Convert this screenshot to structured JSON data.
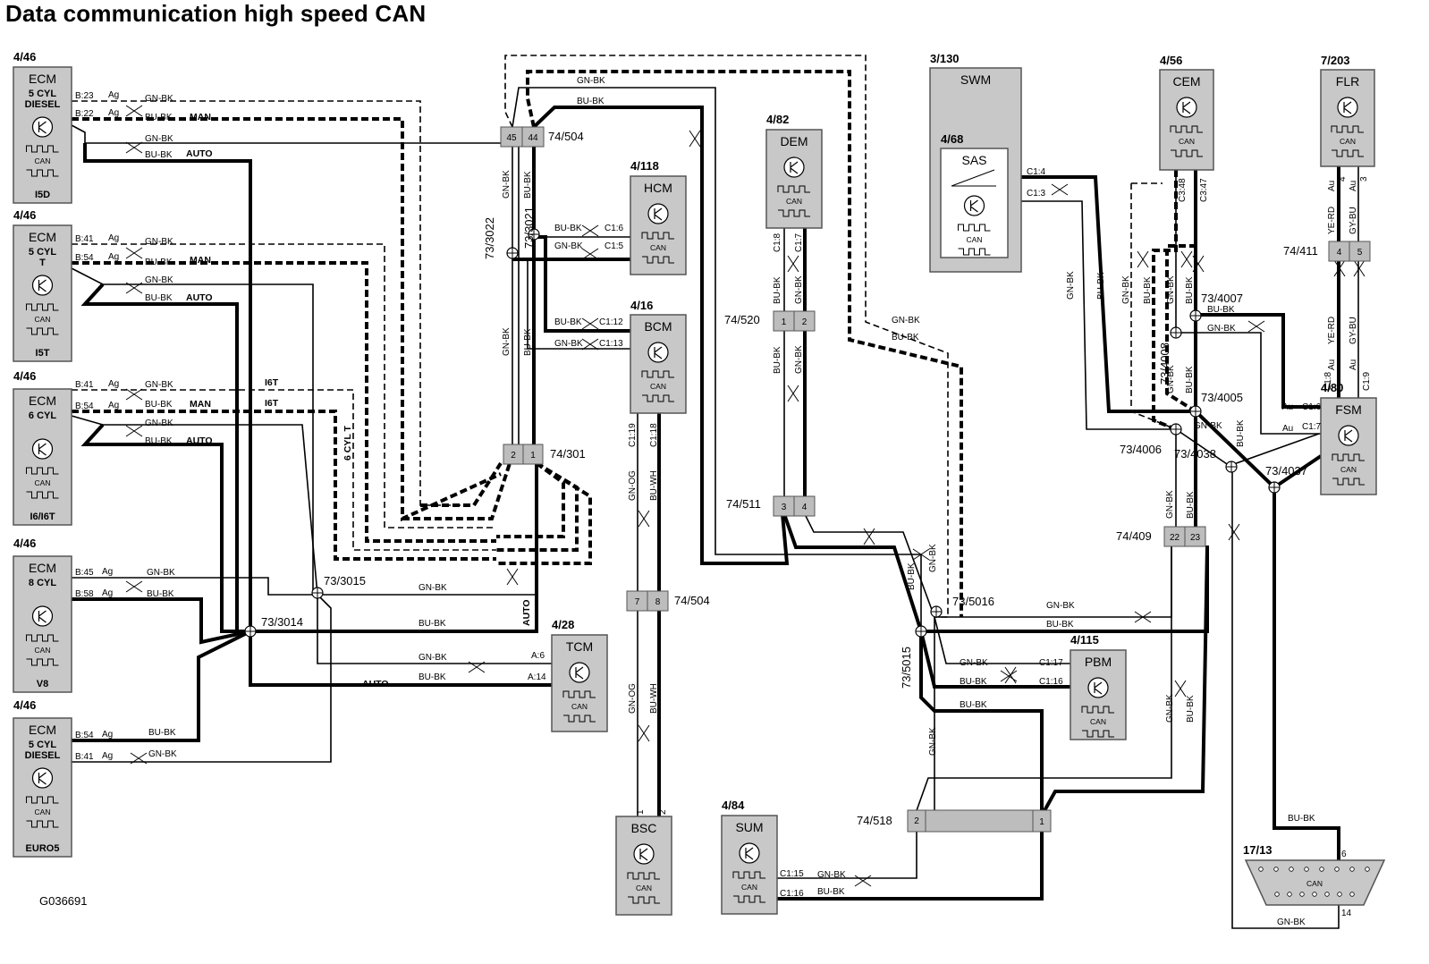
{
  "title": "Data communication high speed CAN",
  "figure_id": "G036691",
  "can_label": "CAN",
  "modules": [
    {
      "key": "ecm1",
      "ref": "4/46",
      "name": "ECM",
      "variant": [
        "5 CYL",
        "DIESEL"
      ],
      "footer": "I5D"
    },
    {
      "key": "ecm2",
      "ref": "4/46",
      "name": "ECM",
      "variant": [
        "5 CYL",
        "T"
      ],
      "footer": "I5T"
    },
    {
      "key": "ecm3",
      "ref": "4/46",
      "name": "ECM",
      "variant": [
        "6 CYL"
      ],
      "footer": "I6/I6T"
    },
    {
      "key": "ecm4",
      "ref": "4/46",
      "name": "ECM",
      "variant": [
        "8 CYL"
      ],
      "footer": "V8"
    },
    {
      "key": "ecm5",
      "ref": "4/46",
      "name": "ECM",
      "variant": [
        "5 CYL",
        "DIESEL"
      ],
      "footer": "EURO5"
    },
    {
      "key": "hcm",
      "ref": "4/118",
      "name": "HCM",
      "variant": [],
      "footer": ""
    },
    {
      "key": "bcm",
      "ref": "4/16",
      "name": "BCM",
      "variant": [],
      "footer": ""
    },
    {
      "key": "dem",
      "ref": "4/82",
      "name": "DEM",
      "variant": [],
      "footer": ""
    },
    {
      "key": "tcm",
      "ref": "4/28",
      "name": "TCM",
      "variant": [],
      "footer": ""
    },
    {
      "key": "bsc",
      "ref": "",
      "name": "BSC",
      "variant": [],
      "footer": ""
    },
    {
      "key": "sum",
      "ref": "4/84",
      "name": "SUM",
      "variant": [],
      "footer": ""
    },
    {
      "key": "swm",
      "ref": "3/130",
      "name": "SWM",
      "variant": [],
      "footer": ""
    },
    {
      "key": "sas",
      "ref": "4/68",
      "name": "SAS",
      "variant": [],
      "footer": ""
    },
    {
      "key": "cem",
      "ref": "4/56",
      "name": "CEM",
      "variant": [],
      "footer": ""
    },
    {
      "key": "flr",
      "ref": "7/203",
      "name": "FLR",
      "variant": [],
      "footer": ""
    },
    {
      "key": "fsm",
      "ref": "4/80",
      "name": "FSM",
      "variant": [],
      "footer": ""
    },
    {
      "key": "pbm",
      "ref": "4/115",
      "name": "PBM",
      "variant": [],
      "footer": ""
    },
    {
      "key": "dlc",
      "ref": "17/13",
      "name": "CAN",
      "variant": [],
      "footer": ""
    }
  ],
  "connectors": [
    {
      "key": "c74_504a",
      "label": "74/504",
      "pins": [
        "45",
        "44"
      ]
    },
    {
      "key": "c74_301",
      "label": "74/301",
      "pins": [
        "2",
        "1"
      ]
    },
    {
      "key": "c74_504b",
      "label": "74/504",
      "pins": [
        "7",
        "8"
      ]
    },
    {
      "key": "c74_520",
      "label": "74/520",
      "pins": [
        "1",
        "2"
      ]
    },
    {
      "key": "c74_511",
      "label": "74/511",
      "pins": [
        "3",
        "4"
      ]
    },
    {
      "key": "c74_411",
      "label": "74/411",
      "pins": [
        "4",
        "5"
      ]
    },
    {
      "key": "c74_409",
      "label": "74/409",
      "pins": [
        "22",
        "23"
      ]
    },
    {
      "key": "c74_518",
      "label": "74/518",
      "pins": [
        "2",
        "1"
      ]
    }
  ],
  "splices": [
    "73/3022",
    "73/3021",
    "73/3015",
    "73/3014",
    "73/5016",
    "73/5015",
    "73/4007",
    "73/4008",
    "73/4005",
    "73/4006",
    "73/4038",
    "73/4037"
  ],
  "wire_colors": {
    "gnbk": "GN-BK",
    "bubk": "BU-BK",
    "gnog": "GN-OG",
    "buwh": "BU-WH",
    "yerd": "YE-RD",
    "gybu": "GY-BU"
  },
  "wire_codes": {
    "ag": "Ag",
    "au": "Au"
  },
  "pins": [
    "B:23",
    "B:22",
    "B:41",
    "B:54",
    "B:41",
    "B:54",
    "B:45",
    "B:58",
    "B:54",
    "B:41",
    "C1:6",
    "C1:5",
    "C1:12",
    "C1:13",
    "C1:8",
    "C1:7",
    "C1:19",
    "C1:18",
    "A:6",
    "A:14",
    "C1:4",
    "C1:3",
    "C3:48",
    "C3:47",
    "C1:8",
    "C1:9",
    "C1:6",
    "C1:7",
    "C1:17",
    "C1:16",
    "C1:15",
    "C1:16",
    "4",
    "3",
    "1",
    "2",
    "6",
    "14"
  ],
  "notes": {
    "man": "MAN",
    "auto": "AUTO",
    "i6t": "I6T",
    "six_cyl_t": "6 CYL T"
  },
  "colors": {
    "module_fill": "#c8c8c8",
    "module_stroke": "#555555",
    "wire": "#000000",
    "connector_fill": "#bdbdbd",
    "background": "#ffffff"
  }
}
